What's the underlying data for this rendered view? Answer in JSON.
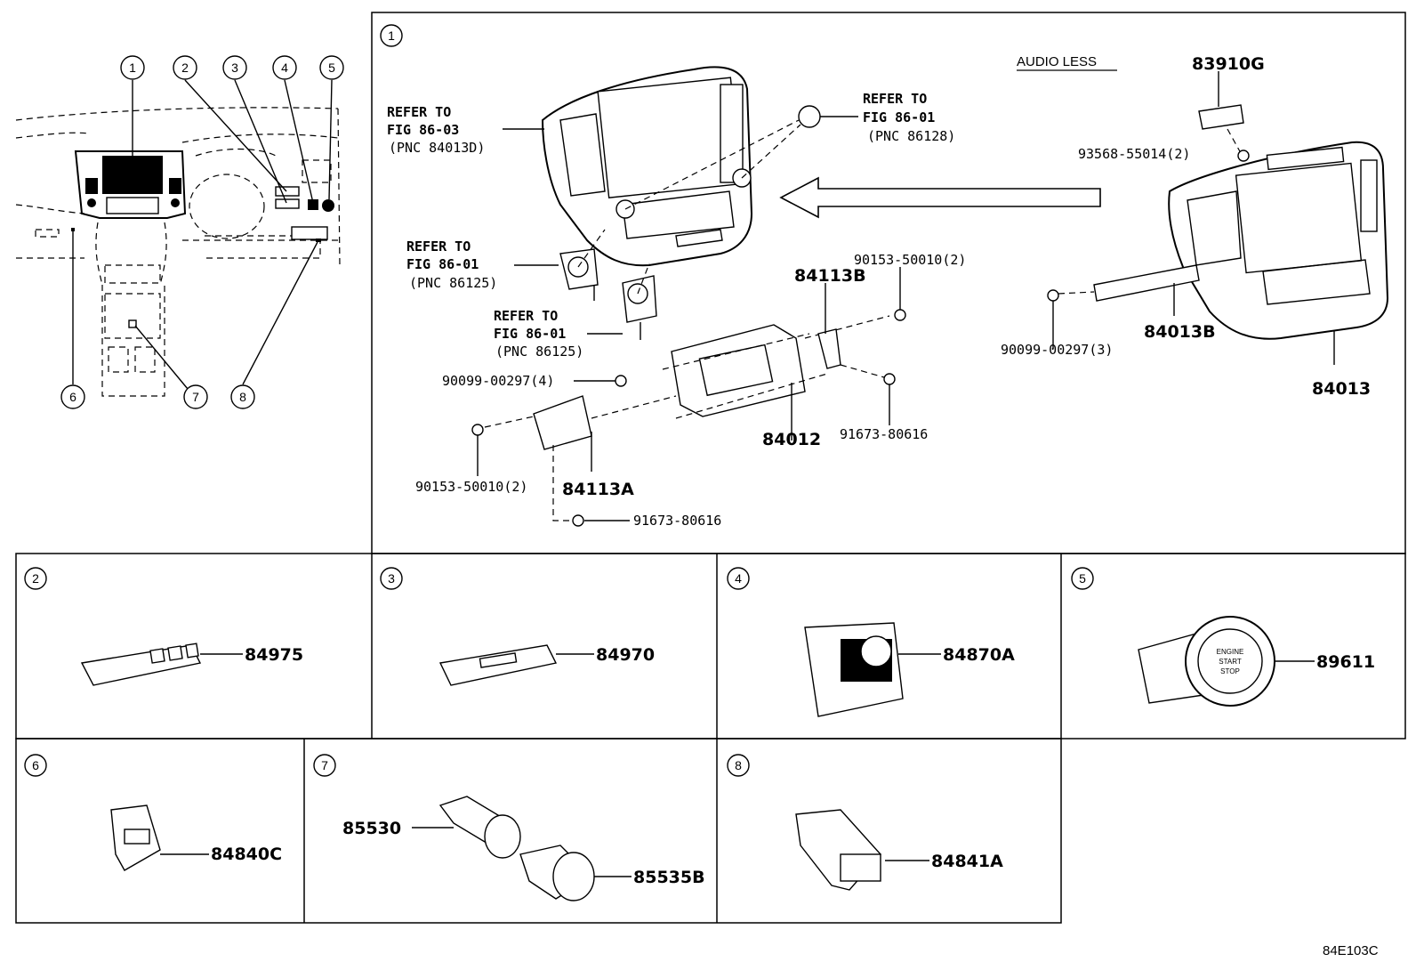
{
  "diagram_id": "84E103C",
  "callouts": [
    "1",
    "2",
    "3",
    "4",
    "5",
    "6",
    "7",
    "8"
  ],
  "panel1": {
    "audio_less": "AUDIO LESS",
    "refs": {
      "r1": {
        "l1": "REFER TO",
        "l2": "FIG 86-03",
        "l3": "(PNC 84013D)"
      },
      "r2": {
        "l1": "REFER TO",
        "l2": "FIG 86-01",
        "l3": "(PNC 86128)"
      },
      "r3": {
        "l1": "REFER TO",
        "l2": "FIG 86-01",
        "l3": "(PNC 86125)"
      },
      "r4": {
        "l1": "REFER TO",
        "l2": "FIG 86-01",
        "l3": "(PNC 86125)"
      }
    },
    "parts": {
      "p83910G": "83910G",
      "p93568": "93568-55014(2)",
      "p90153a": "90153-50010(2)",
      "p84113B": "84113B",
      "p90099a": "90099-00297(3)",
      "p84013B": "84013B",
      "p84013": "84013",
      "p90099b": "90099-00297(4)",
      "p91673a": "91673-80616",
      "p84012": "84012",
      "p90153b": "90153-50010(2)",
      "p84113A": "84113A",
      "p91673b": "91673-80616"
    }
  },
  "panel2": {
    "part": "84975"
  },
  "panel3": {
    "part": "84970"
  },
  "panel4": {
    "part": "84870A"
  },
  "panel5": {
    "part": "89611",
    "button_l1": "ENGINE",
    "button_l2": "START",
    "button_l3": "STOP"
  },
  "panel6": {
    "part": "84840C"
  },
  "panel7": {
    "part_a": "85530",
    "part_b": "85535B"
  },
  "panel8": {
    "part": "84841A"
  }
}
